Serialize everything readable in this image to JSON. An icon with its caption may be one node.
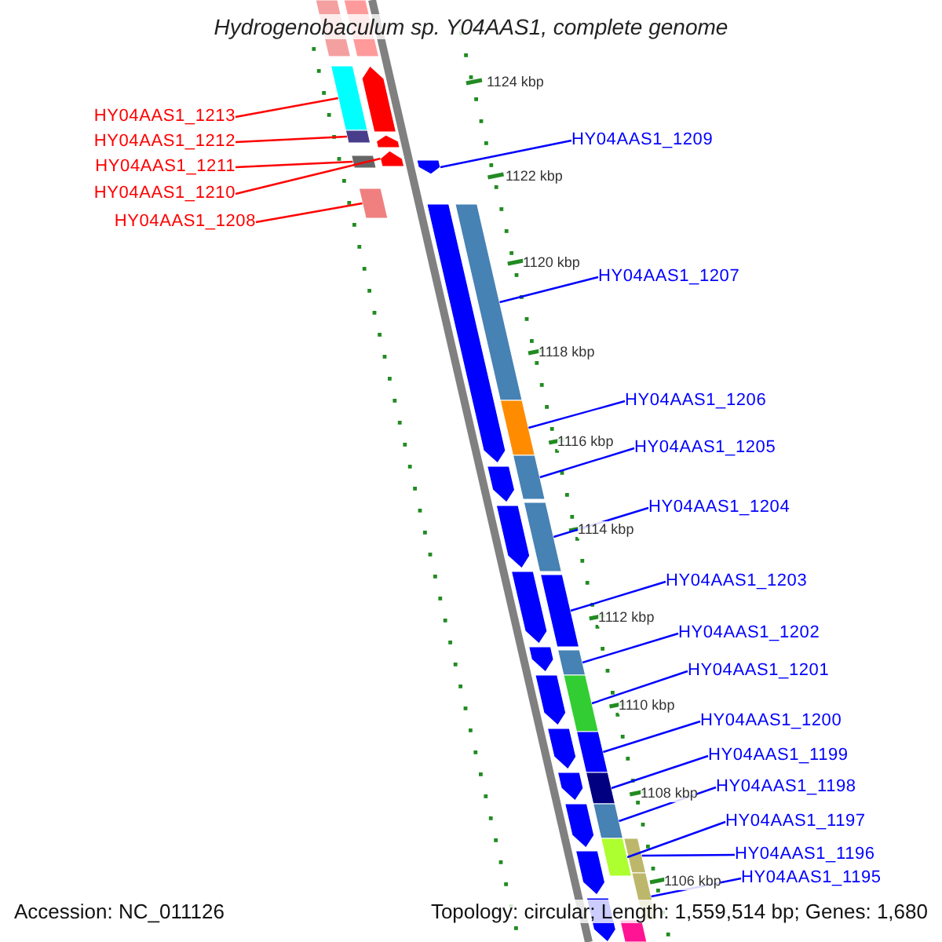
{
  "diagram": {
    "title": "Hydrogenobaculum sp. Y04AAS1, complete genome",
    "nodes": [
      {
        "text": [
          "HY04AAS1_1213"
        ]
      },
      {
        "text": [
          "HY04AAS1_1212"
        ]
      },
      {
        "text": [
          "HY04AAS1_1211"
        ]
      },
      {
        "text": [
          "HY04AAS1_1210"
        ]
      },
      {
        "text": [
          "HY04AAS1_1208"
        ]
      },
      {
        "text": [
          "HY04AAS1_1209"
        ]
      },
      {
        "text": [
          "HY04AAS1_1207"
        ]
      },
      {
        "text": [
          "HY04AAS1_1206"
        ]
      },
      {
        "text": [
          "HY04AAS1_1205"
        ]
      },
      {
        "text": [
          "HY04AAS1_1204"
        ]
      },
      {
        "text": [
          "HY04AAS1_1203"
        ]
      },
      {
        "text": [
          "HY04AAS1_1202"
        ]
      },
      {
        "text": [
          "HY04AAS1_1201"
        ]
      },
      {
        "text": [
          "HY04AAS1_1200"
        ]
      },
      {
        "text": [
          "HY04AAS1_1199"
        ]
      },
      {
        "text": [
          "HY04AAS1_1198"
        ]
      },
      {
        "text": [
          "HY04AAS1_1197"
        ]
      },
      {
        "text": [
          "HY04AAS1_1196"
        ]
      },
      {
        "text": [
          "HY04AAS1_1195"
        ]
      },
      {
        "text": [],
        "shape": "bar"
      },
      {
        "text": [],
        "shape": "bar"
      },
      {
        "text": [],
        "shape": "bar"
      },
      {
        "text": [],
        "shape": "bar"
      },
      {
        "text": [],
        "shape": "bar"
      },
      {
        "text": [],
        "shape": "bar"
      },
      {
        "text": [],
        "shape": "bar"
      },
      {
        "text": [],
        "shape": "bar"
      },
      {
        "text": [],
        "shape": "bar"
      },
      {
        "text": [],
        "shape": "bar"
      },
      {
        "text": [],
        "shape": "bar"
      },
      {
        "text": [],
        "shape": "bar"
      },
      {
        "text": [],
        "shape": "bar"
      },
      {
        "text": [],
        "shape": "bar"
      },
      {
        "text": [],
        "shape": "bar"
      },
      {
        "text": [],
        "shape": "bar"
      },
      {
        "text": [],
        "shape": "bar"
      },
      {
        "text": [],
        "shape": "bar"
      },
      {
        "text": [],
        "shape": "bar"
      }
    ],
    "edges": [
      {
        "from": 0,
        "to": 19,
        "arrow": "none",
        "color": "#ff0000"
      },
      {
        "from": 1,
        "to": 20,
        "arrow": "none",
        "color": "#ff0000"
      },
      {
        "from": 2,
        "to": 21,
        "arrow": "none",
        "color": "#ff0000"
      },
      {
        "from": 3,
        "to": 22,
        "arrow": "none",
        "color": "#ff0000"
      },
      {
        "from": 4,
        "to": 23,
        "arrow": "none",
        "color": "#ff0000"
      },
      {
        "from": 5,
        "to": 24,
        "arrow": "none"
      },
      {
        "from": 6,
        "to": 25,
        "arrow": "none"
      },
      {
        "from": 7,
        "to": 26,
        "arrow": "none"
      },
      {
        "from": 8,
        "to": 27,
        "arrow": "none"
      },
      {
        "from": 9,
        "to": 28,
        "arrow": "none"
      },
      {
        "from": 10,
        "to": 29,
        "arrow": "none"
      },
      {
        "from": 11,
        "to": 30,
        "arrow": "none"
      },
      {
        "from": 12,
        "to": 31,
        "arrow": "none"
      },
      {
        "from": 13,
        "to": 32,
        "arrow": "none"
      },
      {
        "from": 14,
        "to": 33,
        "arrow": "none"
      },
      {
        "from": 15,
        "to": 34,
        "arrow": "none"
      },
      {
        "from": 16,
        "to": 35,
        "arrow": "none"
      },
      {
        "from": 17,
        "to": 36,
        "arrow": "none"
      },
      {
        "from": 18,
        "to": 37,
        "arrow": "none"
      }
    ],
    "labels": [
      "1124 kbp",
      "1122 kbp",
      "1120 kbp",
      "1118 kbp",
      "1116 kbp",
      "1114 kbp",
      "1112 kbp",
      "1110 kbp",
      "1108 kbp",
      "1106 kbp",
      "Accession: NC_011126",
      "Topology: circular; Length: 1,559,514 bp; Genes: 1,680"
    ]
  }
}
